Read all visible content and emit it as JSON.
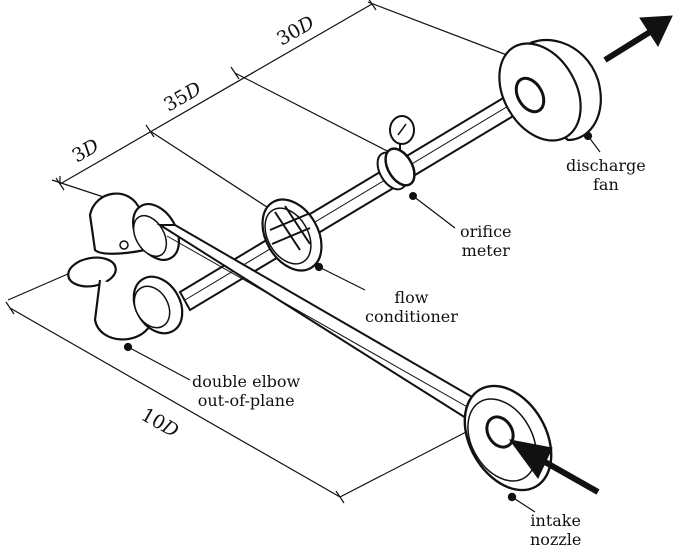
{
  "labels": {
    "discharge_fan": [
      "discharge",
      "fan"
    ],
    "orifice_meter": [
      "orifice",
      "meter"
    ],
    "flow_conditioner": [
      "flow",
      "conditioner"
    ],
    "double_elbow": [
      "double elbow",
      "out-of-plane"
    ],
    "intake_nozzle": [
      "intake",
      "nozzle"
    ]
  },
  "dimensions": {
    "d3": {
      "num": "3",
      "unit": "D"
    },
    "d35": {
      "num": "35",
      "unit": "D"
    },
    "d30": {
      "num": "30",
      "unit": "D"
    },
    "d10": {
      "num": "10",
      "unit": "D"
    }
  },
  "colors": {
    "ink": "#111111",
    "fill": "#ffffff",
    "arrow": "#111111"
  }
}
